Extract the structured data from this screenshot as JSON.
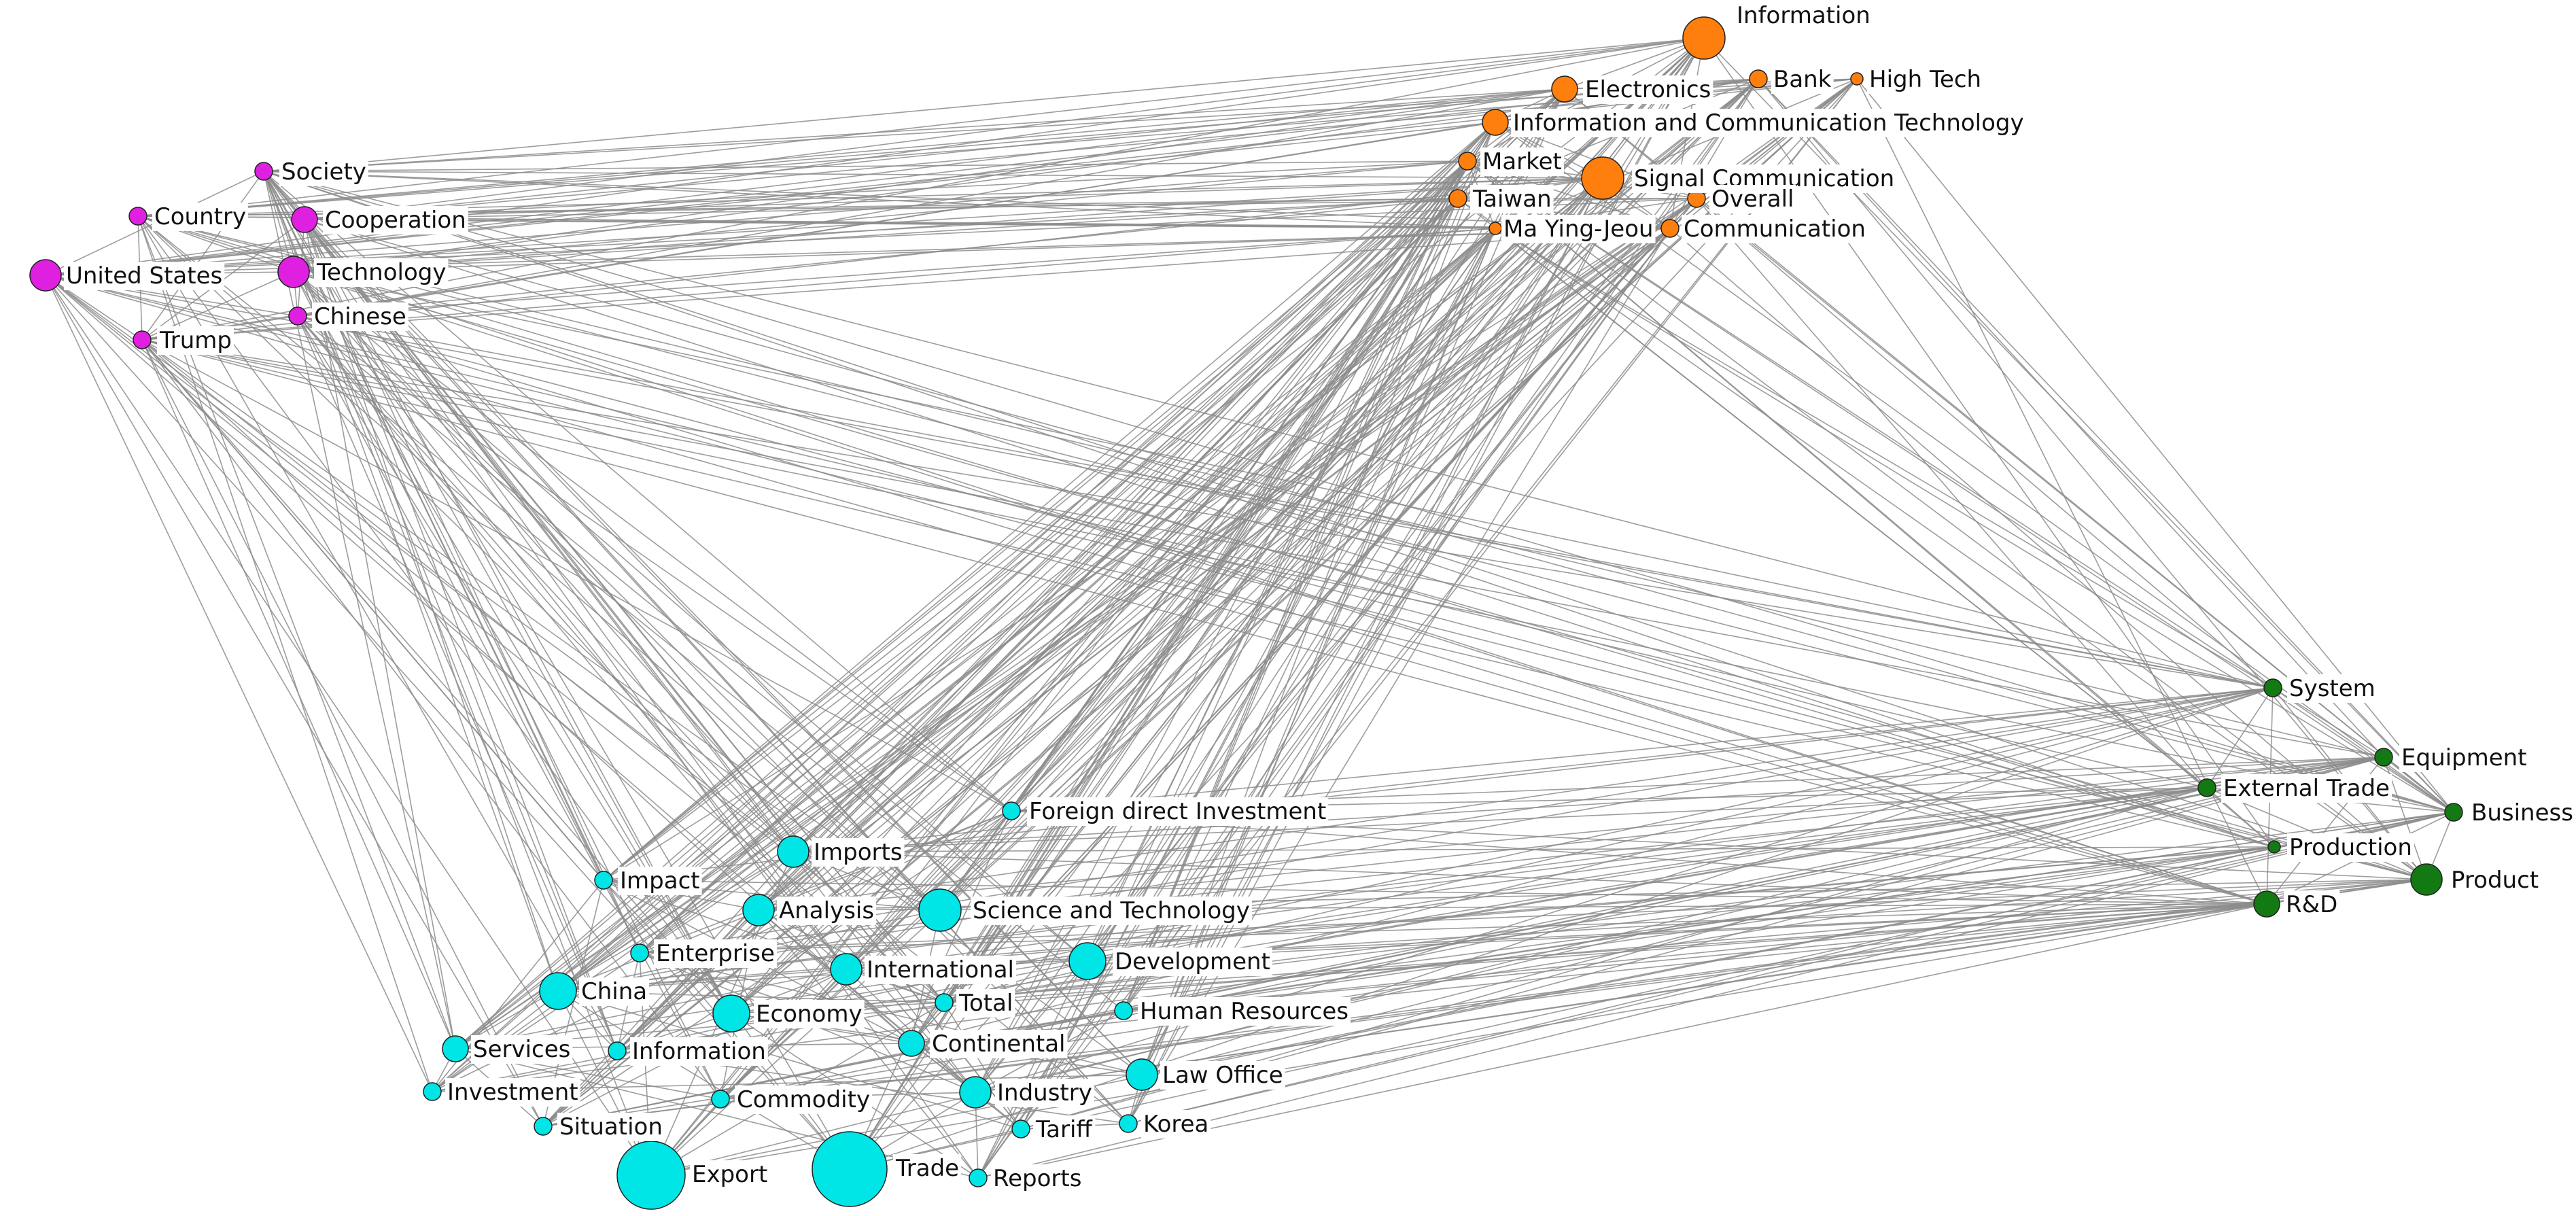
{
  "diagram": {
    "type": "co-occurrence network",
    "edge_color": "#8c8c8c",
    "clusters": [
      {
        "id": "orange",
        "color": "#ff7f0e"
      },
      {
        "id": "magenta",
        "color": "#e020e0"
      },
      {
        "id": "cyan",
        "color": "#00e5e5"
      },
      {
        "id": "green",
        "color": "#137a13"
      }
    ],
    "nodes": [
      {
        "id": "o1",
        "label": "Information",
        "cluster": "orange",
        "size": 5
      },
      {
        "id": "o2",
        "label": "Electronics",
        "cluster": "orange",
        "size": 2
      },
      {
        "id": "o3",
        "label": "Bank",
        "cluster": "orange",
        "size": 1
      },
      {
        "id": "o4",
        "label": "High Tech",
        "cluster": "orange",
        "size": 0
      },
      {
        "id": "o5",
        "label": "Information and Communication Technology",
        "cluster": "orange",
        "size": 2
      },
      {
        "id": "o6",
        "label": "Market",
        "cluster": "orange",
        "size": 1
      },
      {
        "id": "o7",
        "label": "Signal Communication",
        "cluster": "orange",
        "size": 5
      },
      {
        "id": "o8",
        "label": "Taiwan",
        "cluster": "orange",
        "size": 1
      },
      {
        "id": "o9",
        "label": "Overall",
        "cluster": "orange",
        "size": 1
      },
      {
        "id": "o10",
        "label": "Ma Ying-Jeou",
        "cluster": "orange",
        "size": 0
      },
      {
        "id": "o11",
        "label": "Communication",
        "cluster": "orange",
        "size": 1
      },
      {
        "id": "m1",
        "label": "Society",
        "cluster": "magenta",
        "size": 1
      },
      {
        "id": "m2",
        "label": "Country",
        "cluster": "magenta",
        "size": 1
      },
      {
        "id": "m3",
        "label": "Cooperation",
        "cluster": "magenta",
        "size": 2
      },
      {
        "id": "m4",
        "label": "United States",
        "cluster": "magenta",
        "size": 3
      },
      {
        "id": "m5",
        "label": "Technology",
        "cluster": "magenta",
        "size": 3
      },
      {
        "id": "m6",
        "label": "Chinese",
        "cluster": "magenta",
        "size": 1
      },
      {
        "id": "m7",
        "label": "Trump",
        "cluster": "magenta",
        "size": 1
      },
      {
        "id": "c1",
        "label": "Foreign direct Investment",
        "cluster": "cyan",
        "size": 1
      },
      {
        "id": "c2",
        "label": "Imports",
        "cluster": "cyan",
        "size": 3
      },
      {
        "id": "c3",
        "label": "Impact",
        "cluster": "cyan",
        "size": 1
      },
      {
        "id": "c4",
        "label": "Analysis",
        "cluster": "cyan",
        "size": 3
      },
      {
        "id": "c5",
        "label": "Science and Technology",
        "cluster": "cyan",
        "size": 5
      },
      {
        "id": "c6",
        "label": "Enterprise",
        "cluster": "cyan",
        "size": 1
      },
      {
        "id": "c7",
        "label": "International",
        "cluster": "cyan",
        "size": 3
      },
      {
        "id": "c8",
        "label": "Development",
        "cluster": "cyan",
        "size": 4
      },
      {
        "id": "c9",
        "label": "China",
        "cluster": "cyan",
        "size": 4
      },
      {
        "id": "c10",
        "label": "Economy",
        "cluster": "cyan",
        "size": 4
      },
      {
        "id": "c11",
        "label": "Total",
        "cluster": "cyan",
        "size": 1
      },
      {
        "id": "c12",
        "label": "Human Resources",
        "cluster": "cyan",
        "size": 1
      },
      {
        "id": "c13",
        "label": "Services",
        "cluster": "cyan",
        "size": 2
      },
      {
        "id": "c14",
        "label": "Information",
        "cluster": "cyan",
        "size": 1
      },
      {
        "id": "c15",
        "label": "Continental",
        "cluster": "cyan",
        "size": 2
      },
      {
        "id": "c16",
        "label": "Investment",
        "cluster": "cyan",
        "size": 1
      },
      {
        "id": "c17",
        "label": "Commodity",
        "cluster": "cyan",
        "size": 1
      },
      {
        "id": "c18",
        "label": "Industry",
        "cluster": "cyan",
        "size": 3
      },
      {
        "id": "c19",
        "label": "Law Office",
        "cluster": "cyan",
        "size": 3
      },
      {
        "id": "c20",
        "label": "Situation",
        "cluster": "cyan",
        "size": 1
      },
      {
        "id": "c21",
        "label": "Export",
        "cluster": "cyan",
        "size": 8
      },
      {
        "id": "c22",
        "label": "Trade",
        "cluster": "cyan",
        "size": 9
      },
      {
        "id": "c23",
        "label": "Tariff",
        "cluster": "cyan",
        "size": 1
      },
      {
        "id": "c24",
        "label": "Korea",
        "cluster": "cyan",
        "size": 1
      },
      {
        "id": "c25",
        "label": "Reports",
        "cluster": "cyan",
        "size": 1
      },
      {
        "id": "g1",
        "label": "System",
        "cluster": "green",
        "size": 1
      },
      {
        "id": "g2",
        "label": "Equipment",
        "cluster": "green",
        "size": 1
      },
      {
        "id": "g3",
        "label": "External Trade",
        "cluster": "green",
        "size": 1
      },
      {
        "id": "g4",
        "label": "Business",
        "cluster": "green",
        "size": 1
      },
      {
        "id": "g5",
        "label": "Production",
        "cluster": "green",
        "size": 0
      },
      {
        "id": "g6",
        "label": "R&D",
        "cluster": "green",
        "size": 2
      },
      {
        "id": "g7",
        "label": "Product",
        "cluster": "green",
        "size": 3
      }
    ]
  }
}
